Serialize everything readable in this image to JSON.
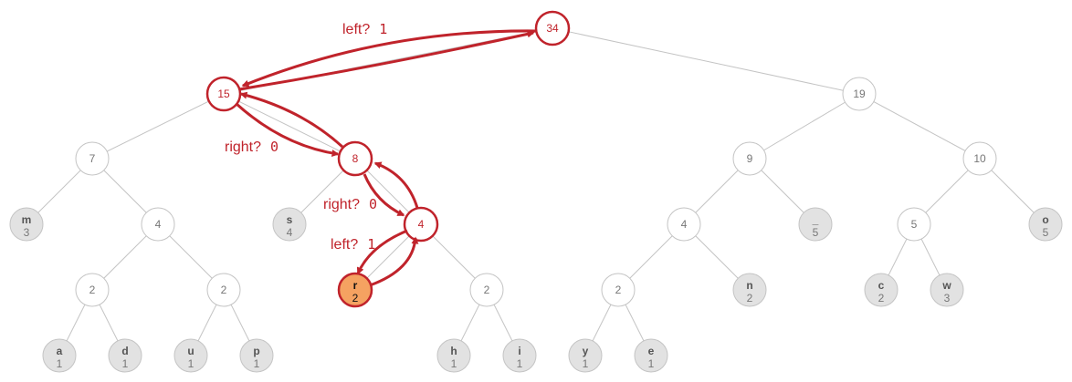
{
  "tree": {
    "nodes": [
      {
        "id": "n34",
        "kind": "internal",
        "count": "34",
        "path": true
      },
      {
        "id": "n15",
        "kind": "internal",
        "count": "15",
        "path": true
      },
      {
        "id": "n19",
        "kind": "internal",
        "count": "19"
      },
      {
        "id": "n7",
        "kind": "internal",
        "count": "7"
      },
      {
        "id": "n8",
        "kind": "internal",
        "count": "8",
        "path": true
      },
      {
        "id": "n9",
        "kind": "internal",
        "count": "9"
      },
      {
        "id": "n10",
        "kind": "internal",
        "count": "10"
      },
      {
        "id": "m",
        "kind": "leaf",
        "symbol": "m",
        "count": "3"
      },
      {
        "id": "n4a",
        "kind": "internal",
        "count": "4"
      },
      {
        "id": "s",
        "kind": "leaf",
        "symbol": "s",
        "count": "4"
      },
      {
        "id": "n4b",
        "kind": "internal",
        "count": "4",
        "path": true
      },
      {
        "id": "n4c",
        "kind": "internal",
        "count": "4"
      },
      {
        "id": "underscore",
        "kind": "leaf",
        "symbol": "_",
        "count": "5"
      },
      {
        "id": "n5",
        "kind": "internal",
        "count": "5"
      },
      {
        "id": "o",
        "kind": "leaf",
        "symbol": "o",
        "count": "5"
      },
      {
        "id": "n2a",
        "kind": "internal",
        "count": "2"
      },
      {
        "id": "n2b",
        "kind": "internal",
        "count": "2"
      },
      {
        "id": "r",
        "kind": "leaf",
        "symbol": "r",
        "count": "2",
        "target": true
      },
      {
        "id": "n2c",
        "kind": "internal",
        "count": "2"
      },
      {
        "id": "n2d",
        "kind": "internal",
        "count": "2"
      },
      {
        "id": "n",
        "kind": "leaf",
        "symbol": "n",
        "count": "2"
      },
      {
        "id": "c",
        "kind": "leaf",
        "symbol": "c",
        "count": "2"
      },
      {
        "id": "w",
        "kind": "leaf",
        "symbol": "w",
        "count": "3"
      },
      {
        "id": "a",
        "kind": "leaf",
        "symbol": "a",
        "count": "1"
      },
      {
        "id": "d",
        "kind": "leaf",
        "symbol": "d",
        "count": "1"
      },
      {
        "id": "u",
        "kind": "leaf",
        "symbol": "u",
        "count": "1"
      },
      {
        "id": "p",
        "kind": "leaf",
        "symbol": "p",
        "count": "1"
      },
      {
        "id": "h",
        "kind": "leaf",
        "symbol": "h",
        "count": "1"
      },
      {
        "id": "i",
        "kind": "leaf",
        "symbol": "i",
        "count": "1"
      },
      {
        "id": "y",
        "kind": "leaf",
        "symbol": "y",
        "count": "1"
      },
      {
        "id": "e",
        "kind": "leaf",
        "symbol": "e",
        "count": "1"
      }
    ],
    "edges": [
      [
        "n34",
        "n15"
      ],
      [
        "n34",
        "n19"
      ],
      [
        "n15",
        "n7"
      ],
      [
        "n15",
        "n8"
      ],
      [
        "n19",
        "n9"
      ],
      [
        "n19",
        "n10"
      ],
      [
        "n7",
        "m"
      ],
      [
        "n7",
        "n4a"
      ],
      [
        "n8",
        "s"
      ],
      [
        "n8",
        "n4b"
      ],
      [
        "n9",
        "n4c"
      ],
      [
        "n9",
        "underscore"
      ],
      [
        "n10",
        "n5"
      ],
      [
        "n10",
        "o"
      ],
      [
        "n4a",
        "n2a"
      ],
      [
        "n4a",
        "n2b"
      ],
      [
        "n4b",
        "r"
      ],
      [
        "n4b",
        "n2c"
      ],
      [
        "n4c",
        "n2d"
      ],
      [
        "n4c",
        "n"
      ],
      [
        "n5",
        "c"
      ],
      [
        "n5",
        "w"
      ],
      [
        "n2a",
        "a"
      ],
      [
        "n2a",
        "d"
      ],
      [
        "n2b",
        "u"
      ],
      [
        "n2b",
        "p"
      ],
      [
        "n2c",
        "h"
      ],
      [
        "n2c",
        "i"
      ],
      [
        "n2d",
        "y"
      ],
      [
        "n2d",
        "e"
      ]
    ]
  },
  "annotations": [
    {
      "id": "ann1",
      "question": "left?",
      "bit": "1"
    },
    {
      "id": "ann2",
      "question": "right?",
      "bit": "0"
    },
    {
      "id": "ann3",
      "question": "right?",
      "bit": "0"
    },
    {
      "id": "ann4",
      "question": "left?",
      "bit": "1"
    }
  ],
  "colors": {
    "path_stroke": "#c0232b",
    "target_fill": "#f5a261",
    "leaf_fill": "#e2e2e2",
    "edge": "#c4c4c4"
  }
}
